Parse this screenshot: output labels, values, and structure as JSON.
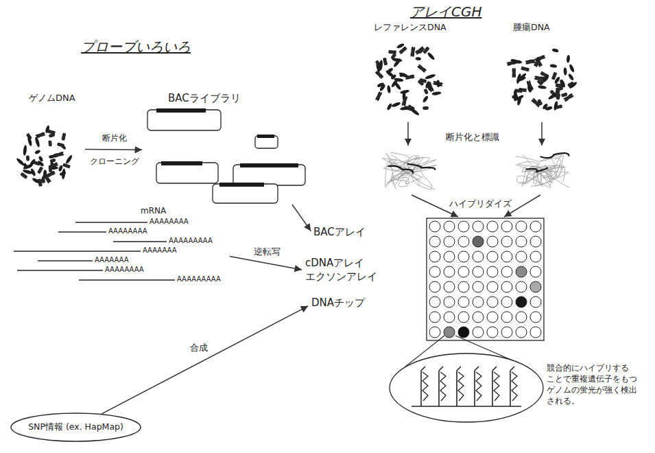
{
  "diagram": {
    "nodes": [
      {
        "text": [
          "ゲノムDNA"
        ]
      },
      {
        "text": [
          "BACライブラリ"
        ]
      },
      {
        "text": [
          "mRNA",
          "AAAAAAAA",
          "AAAAAAAA",
          "AAAAAAAAA",
          "AAAAAAA",
          "AAAAAAA",
          "AAAAAAAA",
          "AAAAAAAAA"
        ]
      },
      {
        "text": [
          "SNP情報 (ex. HapMap)"
        ]
      },
      {
        "text": [
          "BACアレイ"
        ]
      },
      {
        "text": [
          "cDNAアレイ エクソンアレイ"
        ]
      },
      {
        "text": [
          "DNAチップ"
        ]
      }
    ],
    "edges": [
      {
        "from": 0,
        "to": 1,
        "label": "断片化 クローニング",
        "arrow": "to"
      },
      {
        "from": 1,
        "to": 4,
        "arrow": "to"
      },
      {
        "from": 2,
        "to": 5,
        "label": "逆転写",
        "arrow": "to"
      },
      {
        "from": 3,
        "to": 6,
        "label": "合成",
        "arrow": "to"
      }
    ],
    "labels": [
      "プローブいろいろ",
      "アレイCGH",
      "レファレンスDNA",
      "腫瘍DNA",
      "断片化と標識",
      "ハイブリダイズ",
      "競合的にハイブリする ことで重複遺伝子をもつ ゲノムの蛍光が強く検出 される。"
    ]
  }
}
